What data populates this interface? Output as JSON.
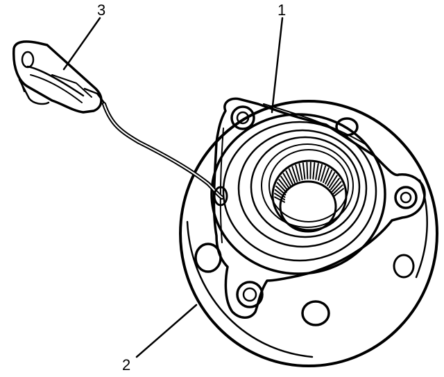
{
  "figure": {
    "callouts": {
      "c1": "1",
      "c2": "2",
      "c3": "3"
    },
    "colors": {
      "line": "#000000",
      "background": "#ffffff"
    }
  }
}
